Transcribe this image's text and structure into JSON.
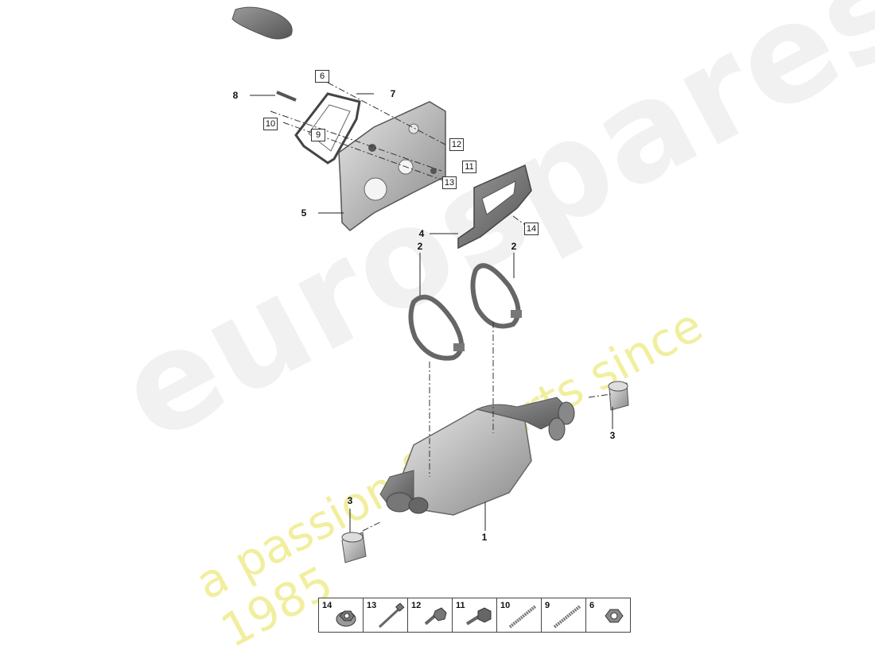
{
  "watermark": {
    "brand": "eurospares",
    "tagline": "a passion for parts since 1985"
  },
  "callouts": [
    {
      "id": "c1",
      "label": "1"
    },
    {
      "id": "c2a",
      "label": "2"
    },
    {
      "id": "c2b",
      "label": "2"
    },
    {
      "id": "c3a",
      "label": "3"
    },
    {
      "id": "c3b",
      "label": "3"
    },
    {
      "id": "c4",
      "label": "4"
    },
    {
      "id": "c5",
      "label": "5"
    },
    {
      "id": "c7",
      "label": "7"
    },
    {
      "id": "c8",
      "label": "8"
    }
  ],
  "boxed_callouts": [
    {
      "id": "b6",
      "label": "6"
    },
    {
      "id": "b9",
      "label": "9"
    },
    {
      "id": "b10",
      "label": "10"
    },
    {
      "id": "b11",
      "label": "11"
    },
    {
      "id": "b12",
      "label": "12"
    },
    {
      "id": "b13",
      "label": "13"
    },
    {
      "id": "b14",
      "label": "14"
    }
  ],
  "legend": [
    {
      "label": "14",
      "icon": "flange-nut-icon"
    },
    {
      "label": "13",
      "icon": "long-bolt-icon"
    },
    {
      "label": "12",
      "icon": "flange-bolt-icon"
    },
    {
      "label": "11",
      "icon": "hex-bolt-icon"
    },
    {
      "label": "10",
      "icon": "threaded-stud-icon"
    },
    {
      "label": "9",
      "icon": "threaded-stud-icon"
    },
    {
      "label": "6",
      "icon": "hex-nut-icon"
    }
  ]
}
